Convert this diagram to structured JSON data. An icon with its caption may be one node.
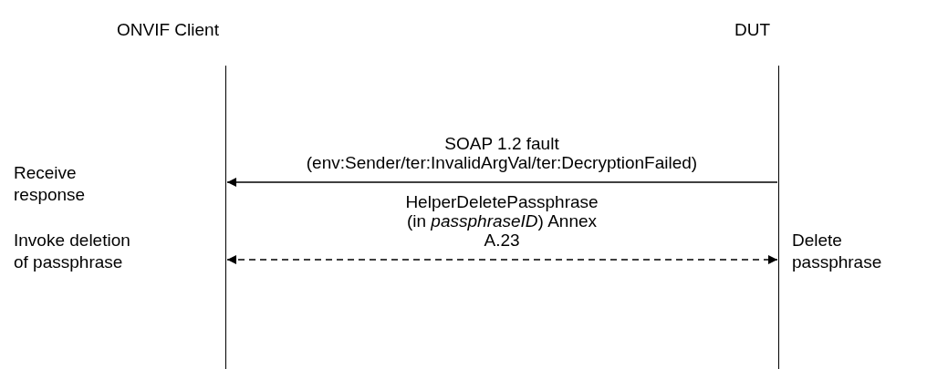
{
  "diagram": {
    "nodes": [
      {
        "text": [
          "ONVIF Client"
        ]
      },
      {
        "text": [
          "DUT"
        ]
      }
    ],
    "edges": [
      {
        "from": 1,
        "to": 0,
        "arrow": "to",
        "label": "SOAP 1.2 fault (env:Sender/ter:InvalidArgVal/ter:DecryptionFailed)"
      },
      {
        "from": 0,
        "to": 1,
        "arrow": "both",
        "style": "dashed",
        "label": "HelperDeletePassphrase (in *passphraseID*) Annex A.23"
      }
    ],
    "labels": [
      "Receive response",
      "Invoke deletion of passphrase",
      "Delete passphrase"
    ]
  }
}
